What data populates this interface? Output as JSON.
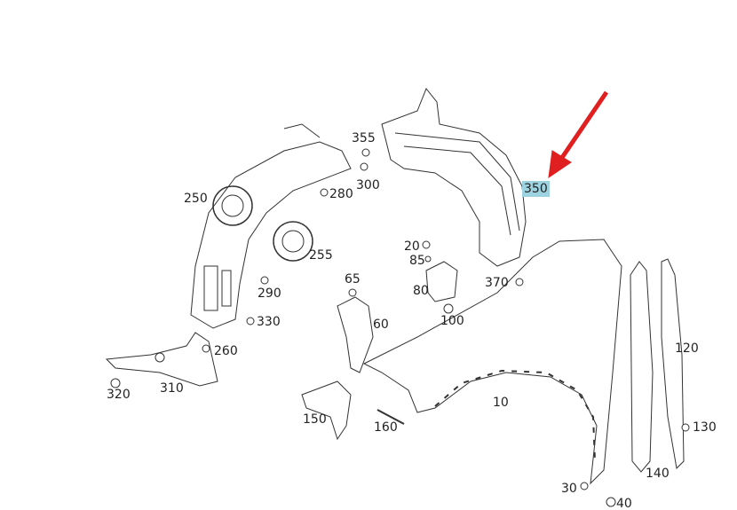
{
  "diagram": {
    "highlight_color": "#9dd3e0",
    "arrow_color": "#e02020",
    "highlighted_part": "350",
    "labels": [
      "350",
      "355",
      "300",
      "280",
      "250",
      "255",
      "290",
      "330",
      "260",
      "320",
      "310",
      "65",
      "60",
      "20",
      "85",
      "80",
      "100",
      "370",
      "150",
      "160",
      "10",
      "120",
      "130",
      "140",
      "30",
      "40"
    ]
  }
}
